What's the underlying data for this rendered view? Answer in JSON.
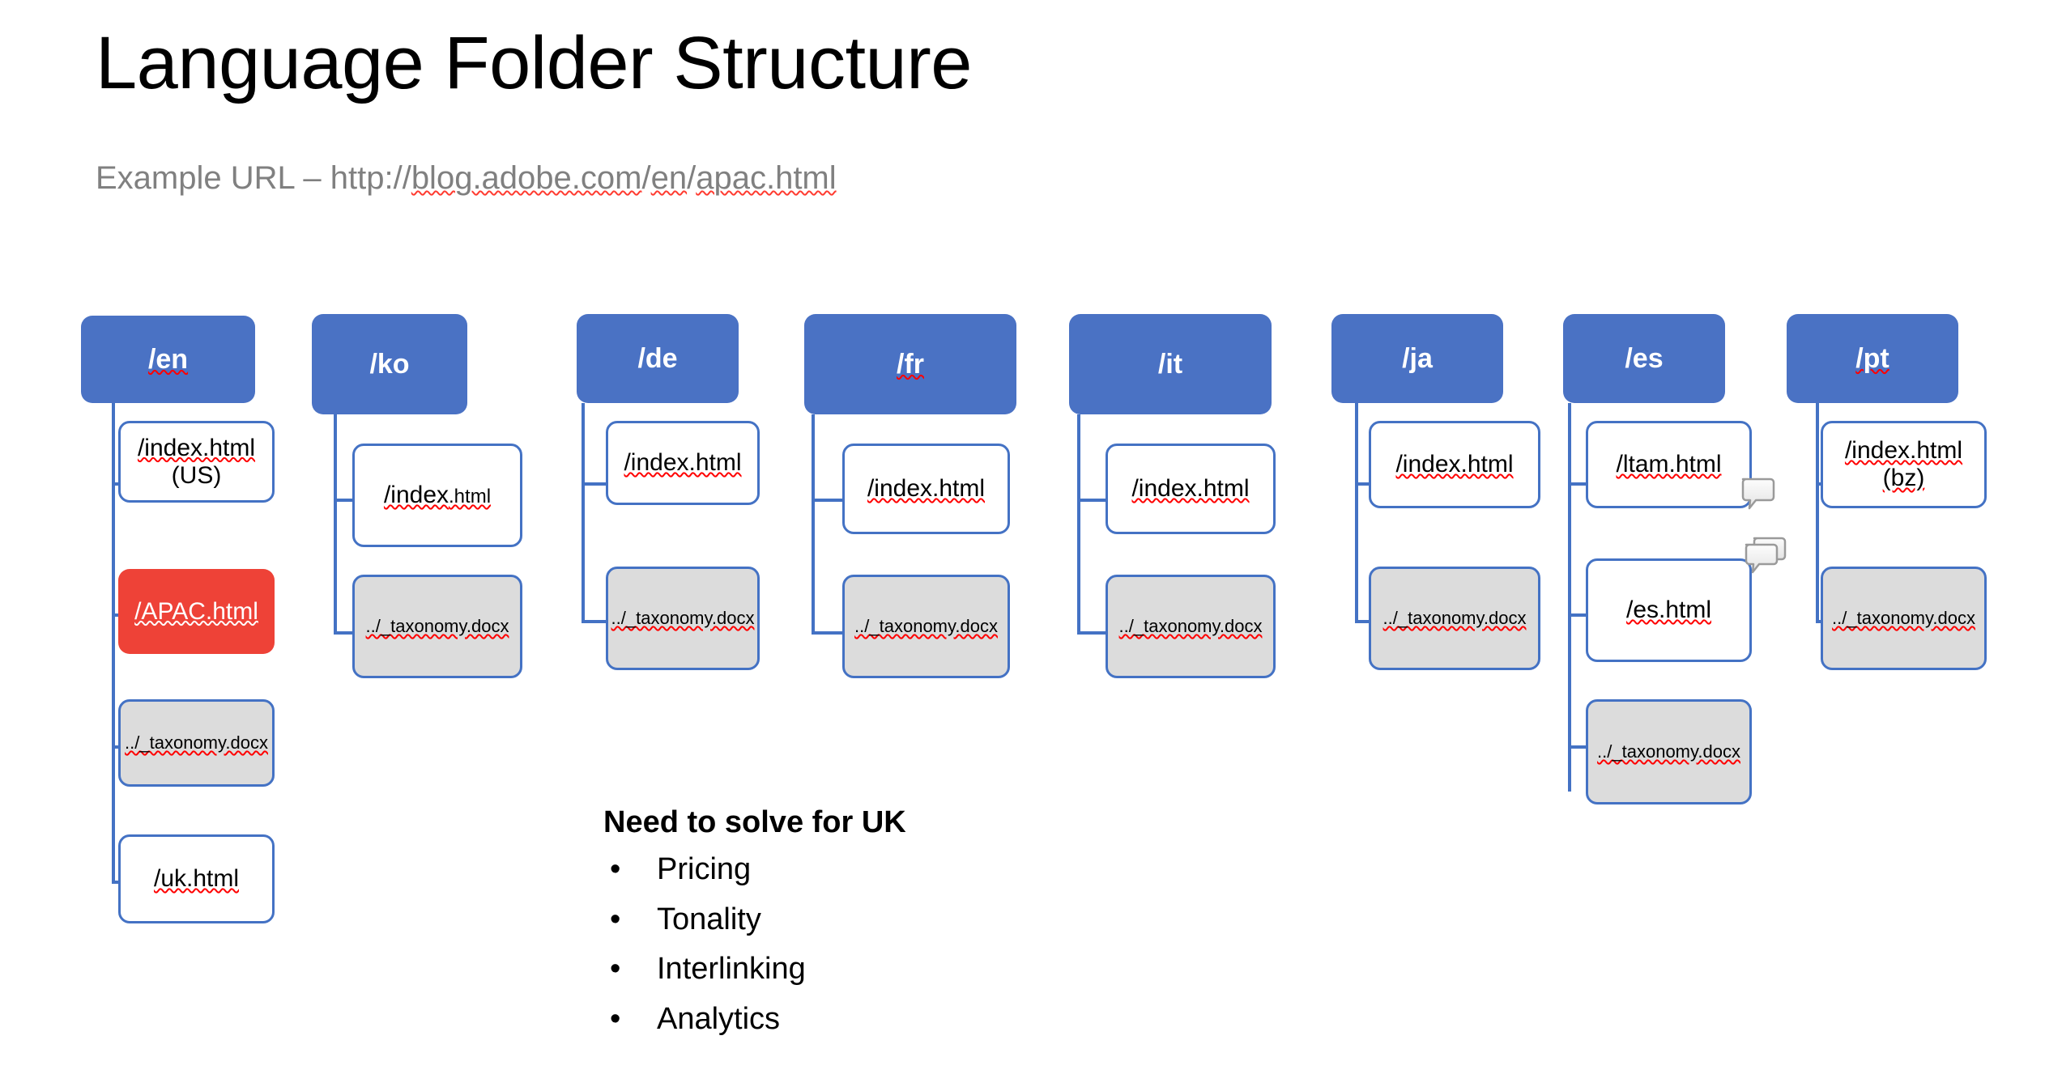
{
  "slide": {
    "title": "Language Folder Structure",
    "subtitle_prefix": "Example URL – http://",
    "subtitle_url_1": "blog.adobe.com",
    "subtitle_sep_1": "/",
    "subtitle_url_2": "en",
    "subtitle_sep_2": "/",
    "subtitle_url_3": "apac.html",
    "subtitle_full": "Example URL – http://blog.adobe.com/en/apac.html"
  },
  "colors": {
    "header_blue": "#4a72c4",
    "border_blue": "#4472c4",
    "highlight_red": "#ee4237",
    "doc_gray": "#dcdcdc",
    "subtitle_gray": "#808080",
    "spellcheck_red": "#ff0000"
  },
  "tree": {
    "columns": [
      {
        "id": "en",
        "header": "/en",
        "children": [
          {
            "type": "page",
            "label": "/index.html",
            "label2": "(US)"
          },
          {
            "type": "highlight",
            "label": "/APAC.html"
          },
          {
            "type": "doc",
            "label": "../_taxonomy.docx"
          },
          {
            "type": "page",
            "label": "/uk.html"
          }
        ]
      },
      {
        "id": "ko",
        "header": "/ko",
        "children": [
          {
            "type": "page",
            "label": "/index",
            "label_small": ".html"
          },
          {
            "type": "doc",
            "label": "../_taxonomy.docx"
          }
        ]
      },
      {
        "id": "de",
        "header": "/de",
        "children": [
          {
            "type": "page",
            "label": "/index.html"
          },
          {
            "type": "doc",
            "label": "../_taxonomy.docx"
          }
        ]
      },
      {
        "id": "fr",
        "header": "/fr",
        "children": [
          {
            "type": "page",
            "label": "/index.html"
          },
          {
            "type": "doc",
            "label": "../_taxonomy.docx"
          }
        ]
      },
      {
        "id": "it",
        "header": "/it",
        "children": [
          {
            "type": "page",
            "label": "/index.html"
          },
          {
            "type": "doc",
            "label": "../_taxonomy.docx"
          }
        ]
      },
      {
        "id": "ja",
        "header": "/ja",
        "children": [
          {
            "type": "page",
            "label": "/index.html"
          },
          {
            "type": "doc",
            "label": "../_taxonomy.docx"
          }
        ]
      },
      {
        "id": "es",
        "header": "/es",
        "children": [
          {
            "type": "page",
            "label": "/ltam.html"
          },
          {
            "type": "page",
            "label": "/es.html"
          },
          {
            "type": "doc",
            "label": "../_taxonomy.docx"
          }
        ]
      },
      {
        "id": "pt",
        "header": "/pt",
        "children": [
          {
            "type": "page",
            "label": "/index.html",
            "label2": "(bz)"
          },
          {
            "type": "doc",
            "label": "../_taxonomy.docx"
          }
        ]
      }
    ]
  },
  "comments": {
    "single_icon": "comment-bubble-icon",
    "stacked_icon": "comment-bubble-stacked-icon",
    "count_single": 1,
    "count_stacked": 2
  },
  "notes": {
    "heading": "Need to solve for UK",
    "bullet_glyph": "•",
    "items": [
      "Pricing",
      "Tonality",
      "Interlinking",
      "Analytics"
    ]
  }
}
